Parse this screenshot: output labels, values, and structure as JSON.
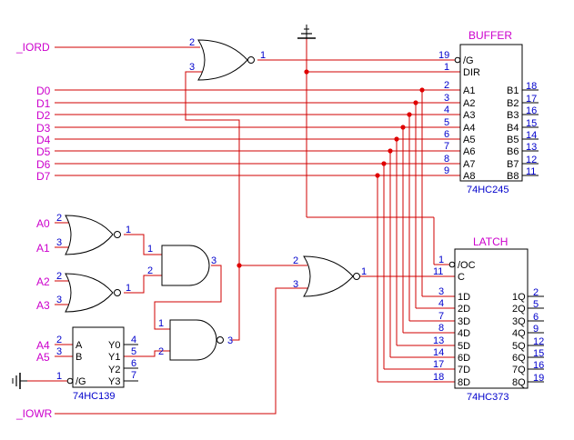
{
  "signals": {
    "iord": "_IORD",
    "iowr": "_IOWR",
    "data": [
      "D0",
      "D1",
      "D2",
      "D3",
      "D4",
      "D5",
      "D6",
      "D7"
    ],
    "a0": "A0",
    "a1": "A1",
    "a2": "A2",
    "a3": "A3",
    "a4": "A4",
    "a5": "A5"
  },
  "buffer": {
    "title": "BUFFER",
    "part": "74HC245",
    "left_pins": [
      "/G",
      "DIR",
      "A1",
      "A2",
      "A3",
      "A4",
      "A5",
      "A6",
      "A7",
      "A8"
    ],
    "left_nums": [
      "19",
      "1",
      "2",
      "3",
      "4",
      "5",
      "6",
      "7",
      "8",
      "9"
    ],
    "right_pins": [
      "B1",
      "B2",
      "B3",
      "B4",
      "B5",
      "B6",
      "B7",
      "B8"
    ],
    "right_nums": [
      "18",
      "17",
      "16",
      "15",
      "14",
      "13",
      "12",
      "11"
    ]
  },
  "latch": {
    "title": "LATCH",
    "part": "74HC373",
    "left_pins": [
      "/OC",
      "C",
      "1D",
      "2D",
      "3D",
      "4D",
      "5D",
      "6D",
      "7D",
      "8D"
    ],
    "left_nums": [
      "1",
      "11",
      "3",
      "4",
      "7",
      "8",
      "13",
      "14",
      "17",
      "18"
    ],
    "right_pins": [
      "1Q",
      "2Q",
      "3Q",
      "4Q",
      "5Q",
      "6Q",
      "7Q",
      "8Q"
    ],
    "right_nums": [
      "2",
      "5",
      "6",
      "9",
      "12",
      "15",
      "16",
      "19"
    ]
  },
  "decoder": {
    "part": "74HC139",
    "in_pins": [
      "A",
      "B",
      "/G"
    ],
    "in_nums": [
      "2",
      "3",
      "1"
    ],
    "out_pins": [
      "Y0",
      "Y1",
      "Y2",
      "Y3"
    ],
    "out_nums": [
      "4",
      "5",
      "6",
      "7"
    ]
  },
  "gates": {
    "nor_top": {
      "in_nums": [
        "2",
        "3"
      ],
      "out_num": "1"
    },
    "nor_a01": {
      "in_nums": [
        "2",
        "3"
      ],
      "out_num": "1"
    },
    "nor_a23": {
      "in_nums": [
        "2",
        "3"
      ],
      "out_num": "1"
    },
    "and_mid": {
      "in_nums": [
        "1",
        "2"
      ],
      "out_num": "3"
    },
    "nand_bot": {
      "in_nums": [
        "1",
        "2"
      ],
      "out_num": "3"
    },
    "nor_wr": {
      "in_nums": [
        "2",
        "3"
      ],
      "out_num": "1"
    }
  },
  "colors": {
    "wire": "#d00000",
    "signal": "#cc00cc",
    "pin": "#0000cc",
    "junction": "#e00000"
  },
  "icons": {
    "ground_top": "ground-icon",
    "ground_left": "ground-icon"
  }
}
